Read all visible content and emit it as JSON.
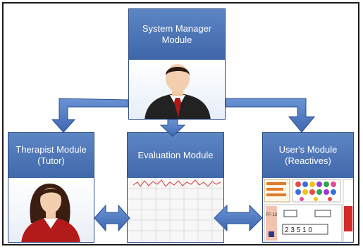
{
  "diagram": {
    "modules": [
      {
        "id": "system-manager",
        "label": "System Manager\nModule"
      },
      {
        "id": "therapist",
        "label": "Therapist Module\n(Tutor)"
      },
      {
        "id": "evaluation",
        "label": "Evaluation Module"
      },
      {
        "id": "users",
        "label": "User's Module\n(Reactives)"
      }
    ],
    "reactives_labels": {
      "code": "FF-13",
      "numbers": "2 3 5 1 0"
    },
    "colors": {
      "box_blue": "#3f66a8",
      "arrow_blue": "#4a77c0",
      "arrow_outline": "#2b4f8e",
      "frame": "#1a1a1a"
    }
  }
}
